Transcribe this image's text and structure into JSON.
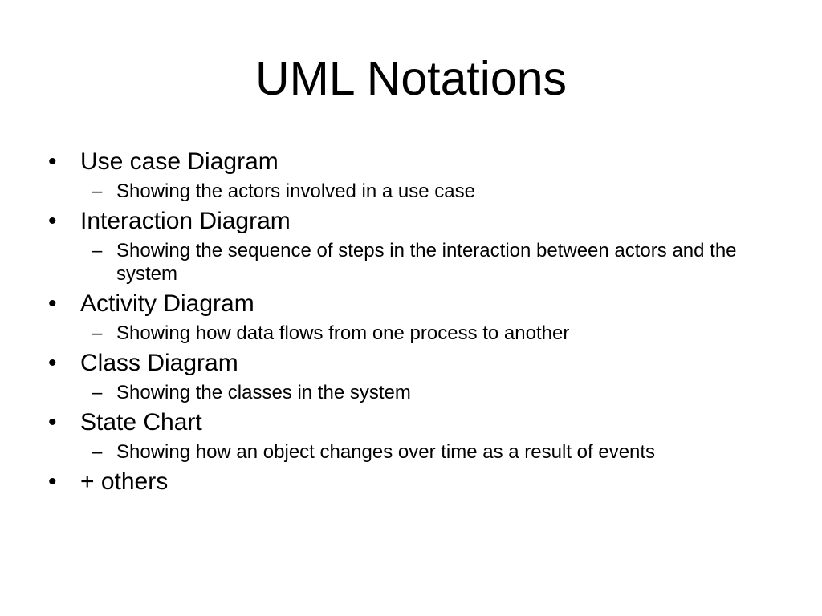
{
  "slide": {
    "title": "UML Notations",
    "bullet_symbol": "•",
    "sub_bullet_symbol": "–",
    "items": [
      {
        "label": "Use case Diagram",
        "subs": [
          "Showing the actors involved in a use case"
        ]
      },
      {
        "label": "Interaction Diagram",
        "subs": [
          "Showing the sequence of steps in the interaction between actors and the system"
        ]
      },
      {
        "label": "Activity Diagram",
        "subs": [
          "Showing how data flows from one process to another"
        ]
      },
      {
        "label": "Class Diagram",
        "subs": [
          "Showing the classes in the system"
        ]
      },
      {
        "label": "State Chart",
        "subs": [
          "Showing how an object changes over time as a result of events"
        ]
      },
      {
        "label": "+ others",
        "subs": []
      }
    ]
  }
}
